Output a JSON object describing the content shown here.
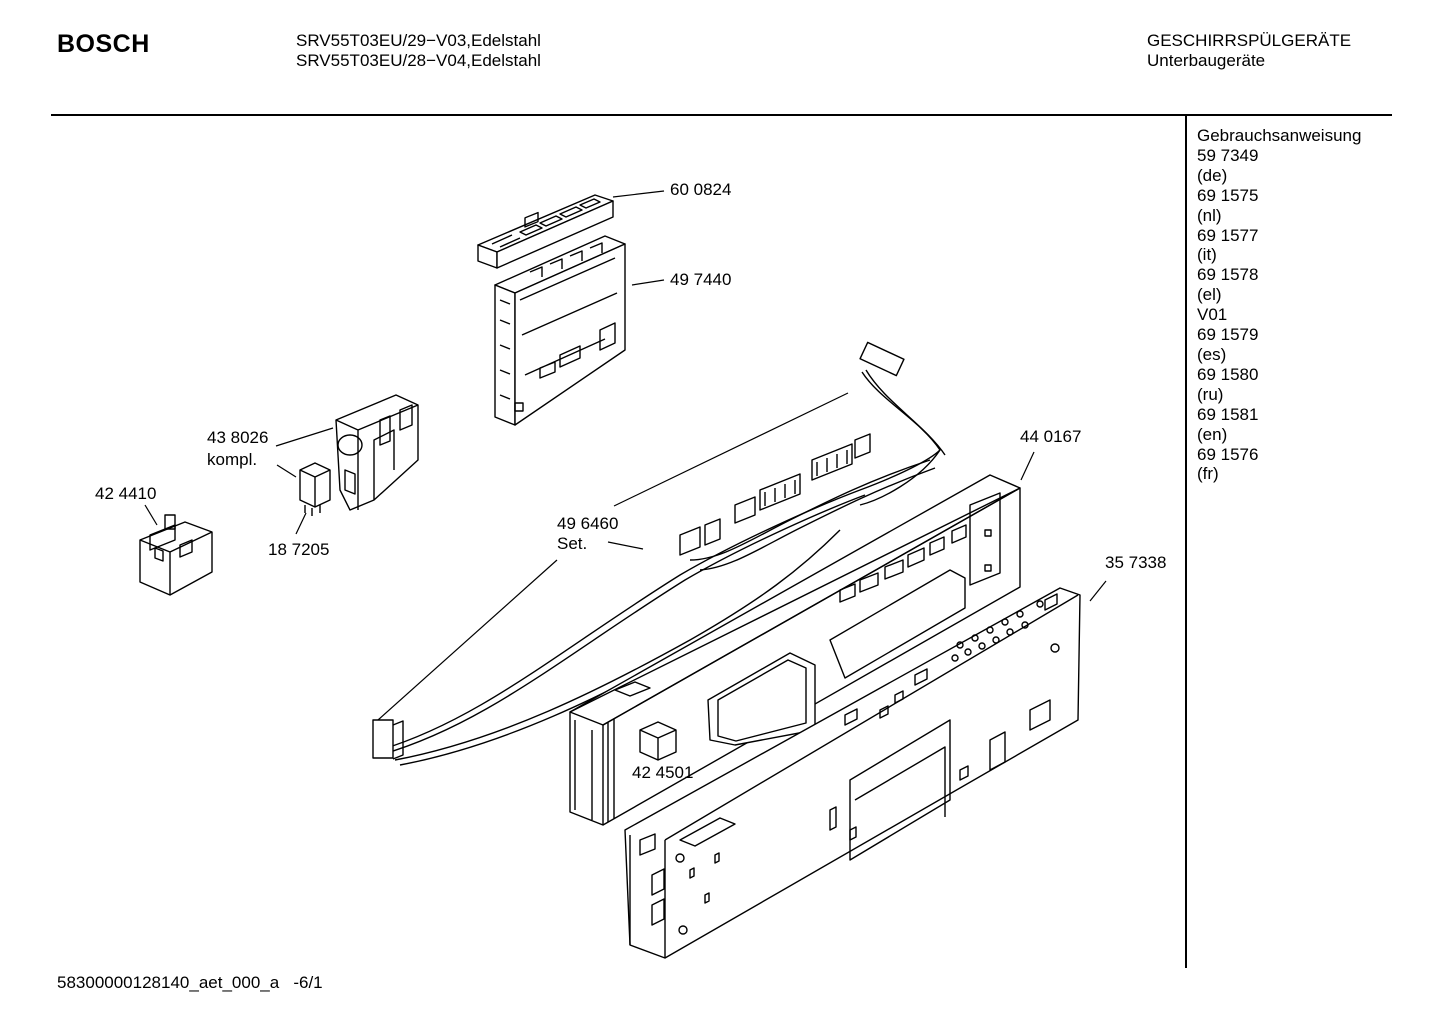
{
  "header": {
    "brand": "BOSCH",
    "models": [
      "SRV55T03EU/29−V03,Edelstahl",
      "SRV55T03EU/28−V04,Edelstahl"
    ],
    "category": "GESCHIRRSPÜLGERÄTE",
    "subcategory": "Unterbaugeräte"
  },
  "sidebar": {
    "items": [
      "Gebrauchsanweisung",
      "59 7349",
      "(de)",
      "69 1575",
      "(nl)",
      "69 1577",
      "(it)",
      "69 1578",
      "(el)",
      "V01",
      "69 1579",
      "(es)",
      "69 1580",
      "(ru)",
      "69 1581",
      "(en)",
      "69 1576",
      "(fr)"
    ]
  },
  "callouts": {
    "c600824": "60 0824",
    "c497440": "49 7440",
    "c438026_a": "43 8026",
    "c438026_b": "kompl.",
    "c424410": "42 4410",
    "c187205": "18 7205",
    "c496460_a": "49 6460",
    "c496460_b": "Set.",
    "c440167": "44 0167",
    "c357338": "35 7338",
    "c424501": "42 4501"
  },
  "footer": {
    "doc_id": "58300000128140_aet_000_a   -6/1"
  }
}
